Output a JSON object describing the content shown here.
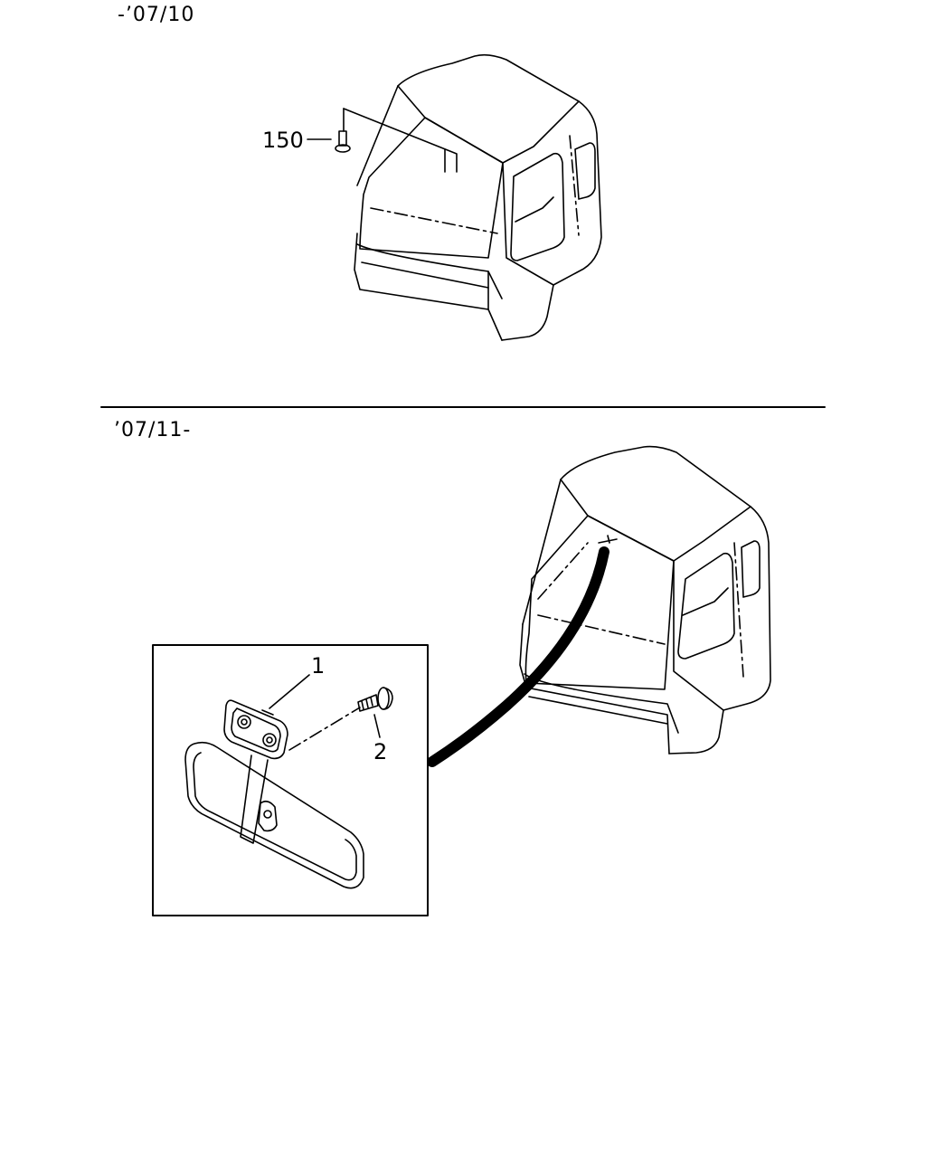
{
  "sections": {
    "top_label": "-’07/10",
    "bottom_label": "’07/11-"
  },
  "callouts": {
    "part_150": "150",
    "part_1": "1",
    "part_2": "2"
  }
}
